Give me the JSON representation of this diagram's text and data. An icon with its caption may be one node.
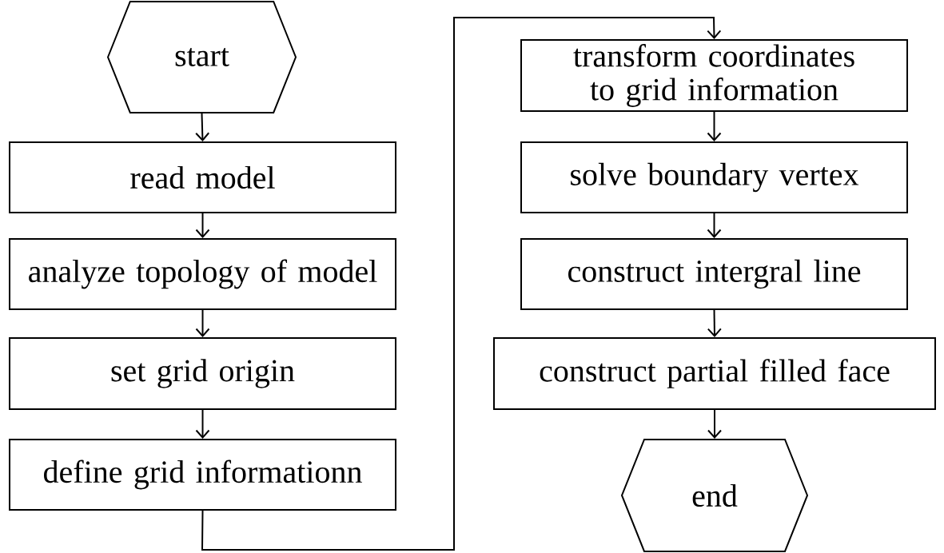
{
  "diagram": {
    "nodes": [
      {
        "text": [
          "start"
        ]
      },
      {
        "text": [
          "read model"
        ]
      },
      {
        "text": [
          "analyze topology of model"
        ]
      },
      {
        "text": [
          "set grid origin"
        ]
      },
      {
        "text": [
          "define grid informationn"
        ]
      },
      {
        "text": [
          "transform coordinates to grid information"
        ]
      },
      {
        "text": [
          "solve boundary vertex"
        ]
      },
      {
        "text": [
          "construct intergral line"
        ]
      },
      {
        "text": [
          "construct partial filled face"
        ]
      },
      {
        "text": [
          "end"
        ]
      }
    ],
    "edges": [
      {
        "from": 0,
        "to": 1,
        "arrow": "to"
      },
      {
        "from": 1,
        "to": 2,
        "arrow": "to"
      },
      {
        "from": 2,
        "to": 3,
        "arrow": "to"
      },
      {
        "from": 3,
        "to": 4,
        "arrow": "to"
      },
      {
        "from": 4,
        "to": 5,
        "arrow": "to"
      },
      {
        "from": 5,
        "to": 6,
        "arrow": "to"
      },
      {
        "from": 6,
        "to": 7,
        "arrow": "to"
      },
      {
        "from": 7,
        "to": 8,
        "arrow": "to"
      },
      {
        "from": 8,
        "to": 9,
        "arrow": "to"
      }
    ]
  }
}
